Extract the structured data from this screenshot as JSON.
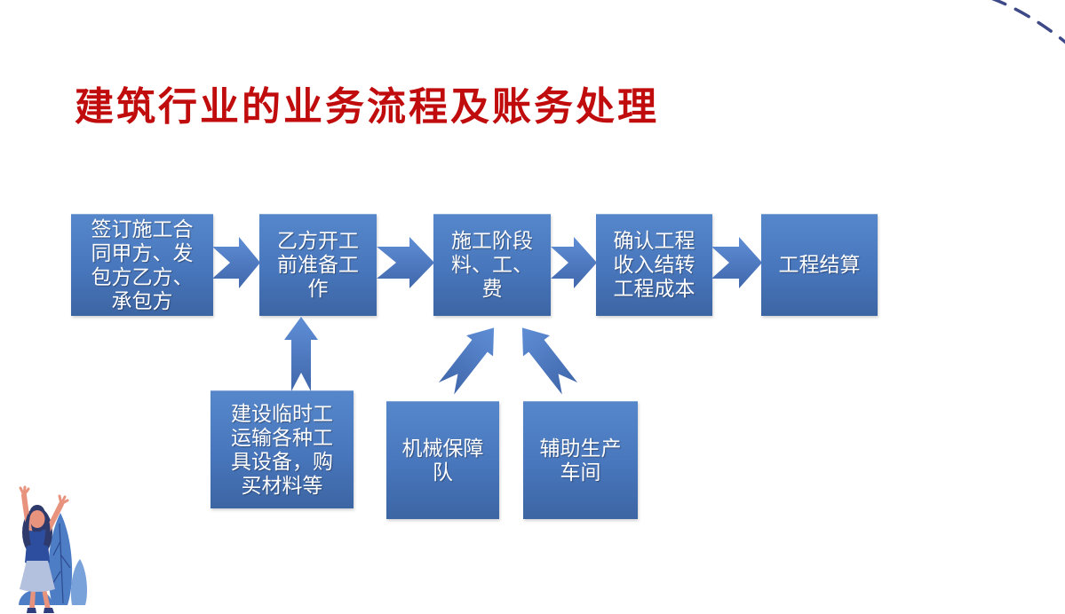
{
  "slide": {
    "title": "建筑行业的业务流程及账务处理"
  },
  "flow": {
    "main_steps": [
      "签订施工合\n同甲方、发\n包方乙方、\n承包方",
      "乙方开工\n前准备工\n作",
      "施工阶段\n料、工、\n费",
      "确认工程\n收入结转\n工程成本",
      "工程结算"
    ],
    "support_steps": [
      "建设临时工\n运输各种工\n具设备，购\n买材料等",
      "机械保障\n队",
      "辅助生产\n车间"
    ]
  },
  "colors": {
    "title": "#C00C0C",
    "box_gradient_top": "#5687CB",
    "box_gradient_bottom": "#3C65A3",
    "arrow": "#4E7DC5",
    "dashed_arc": "#3E4A87"
  },
  "icons": {
    "person_illustration": "woman-raising-arms",
    "dashed_arc": "curved-dashed-line"
  }
}
